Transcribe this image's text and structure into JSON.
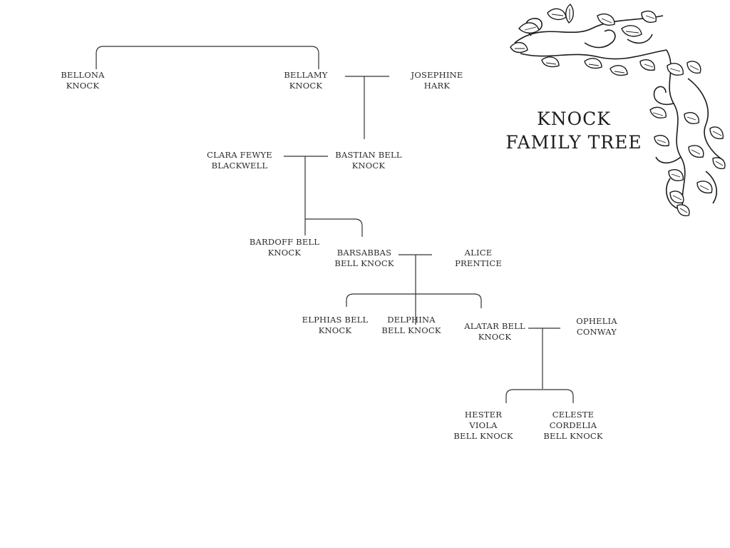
{
  "title": {
    "line1": "KNOCK",
    "line2": "FAMILY TREE"
  },
  "people": {
    "bellona": [
      "BELLONA",
      "KNOCK"
    ],
    "bellamy": [
      "BELLAMY",
      "KNOCK"
    ],
    "josephine": [
      "JOSEPHINE",
      "HARK"
    ],
    "clara": [
      "CLARA FEWYE",
      "BLACKWELL"
    ],
    "bastian": [
      "BASTIAN BELL",
      "KNOCK"
    ],
    "bardoff": [
      "BARDOFF BELL",
      "KNOCK"
    ],
    "barsabbas": [
      "BARSABBAS",
      "BELL KNOCK"
    ],
    "alice": [
      "ALICE",
      "PRENTICE"
    ],
    "elphias": [
      "ELPHIAS BELL",
      "KNOCK"
    ],
    "delphina": [
      "DELPHINA",
      "BELL KNOCK"
    ],
    "alatar": [
      "ALATAR BELL",
      "KNOCK"
    ],
    "ophelia": [
      "OPHELIA",
      "CONWAY"
    ],
    "hester": [
      "HESTER",
      "VIOLA",
      "BELL KNOCK"
    ],
    "celeste": [
      "CELESTE",
      "CORDELIA",
      "BELL  KNOCK"
    ]
  },
  "decoration": {
    "ornament": "floral-vine-corner"
  }
}
